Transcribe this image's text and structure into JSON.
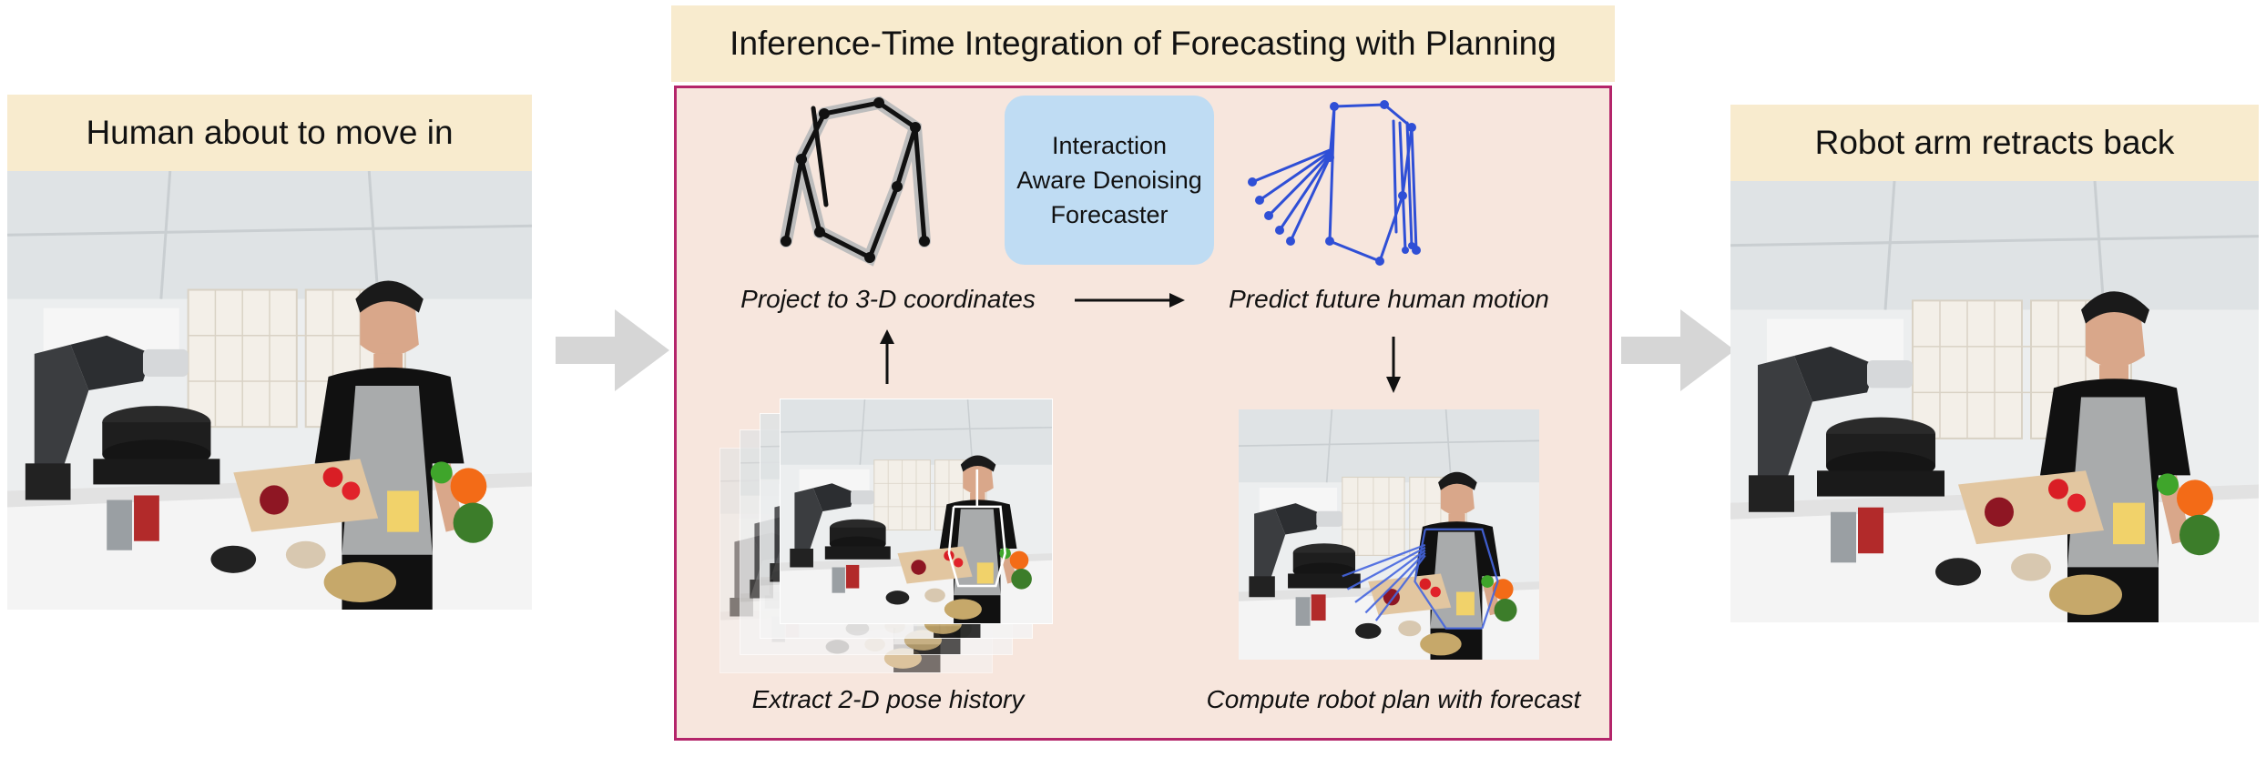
{
  "left": {
    "title": "Human about to move in"
  },
  "center": {
    "title": "Inference-Time Integration of Forecasting with Planning",
    "forecaster_lines": [
      "Interaction",
      "Aware Denoising",
      "Forecaster"
    ],
    "captions": {
      "project": "Project to 3-D coordinates",
      "predict": "Predict future human motion",
      "extract": "Extract 2-D pose history",
      "compute": "Compute robot plan with forecast"
    }
  },
  "right": {
    "title": "Robot arm retracts back"
  },
  "icons": [
    "arrow-right-icon",
    "arrow-up-icon",
    "arrow-down-icon"
  ],
  "colors": {
    "panel_border": "#b4256a",
    "panel_bg": "#f7e6dd",
    "banner_bg": "#f8ebce",
    "forecaster_bg": "#bfdcf3",
    "skeleton_blue": "#2f4fd6",
    "gray_arrow": "#d6d6d6"
  }
}
